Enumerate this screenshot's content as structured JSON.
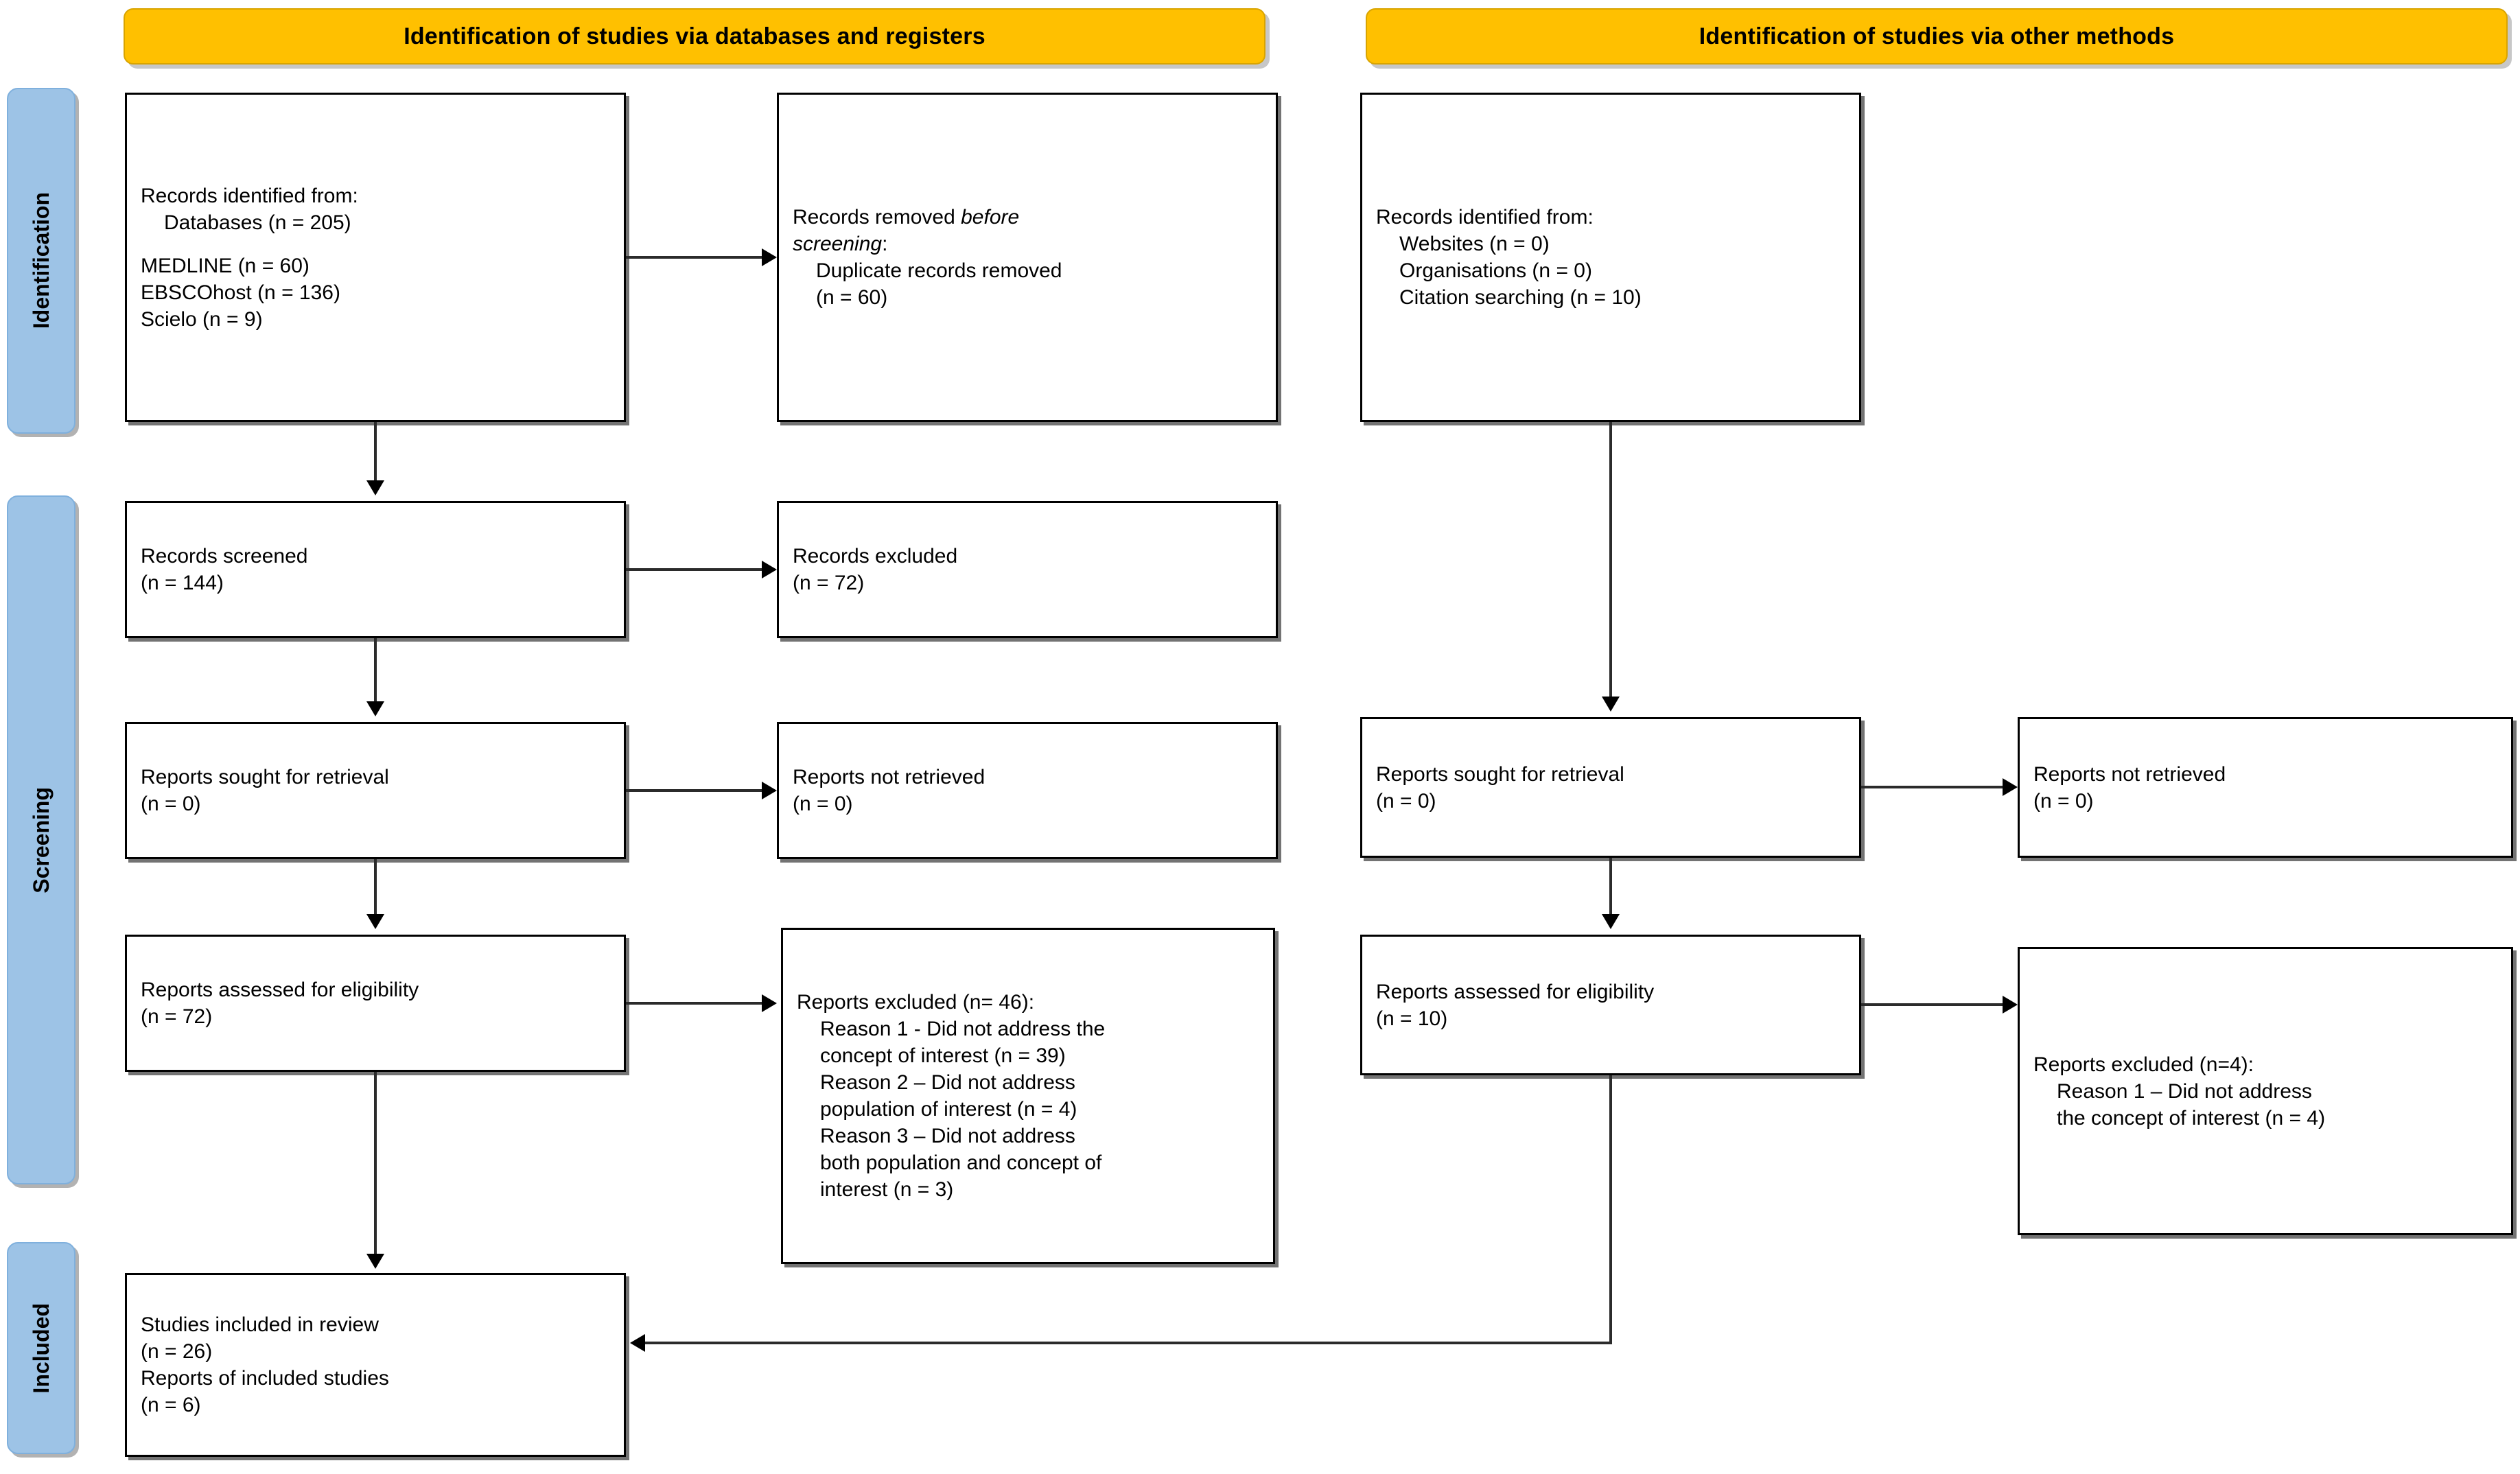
{
  "colors": {
    "banner_fill": "#FFC000",
    "rail_fill": "#9DC3E6",
    "box_border": "#000000",
    "connector": "#2b2b2b",
    "page_background": "#FFFFFF"
  },
  "banners": {
    "left": "Identification of studies via databases and registers",
    "right": "Identification of studies via other methods"
  },
  "rails": {
    "identification": "Identification",
    "screening": "Screening",
    "included": "Included"
  },
  "boxes": {
    "db_identified": {
      "l1": "Records identified from:",
      "l2": "Databases (n = 205)",
      "l3": "MEDLINE (n = 60)",
      "l4": "EBSCOhost (n = 136)",
      "l5": "Scielo (n = 9)"
    },
    "db_removed": {
      "l1a": "Records removed ",
      "l1b": "before",
      "l2a": "screening",
      "l2b": ":",
      "l3": "Duplicate records removed",
      "l4": "(n = 60)"
    },
    "db_screened": {
      "l1": "Records screened",
      "l2": "(n = 144)"
    },
    "db_rec_excluded": {
      "l1": "Records excluded",
      "l2": "(n = 72)"
    },
    "db_sought": {
      "l1": "Reports sought for retrieval",
      "l2": "(n = 0)"
    },
    "db_not_retrieved": {
      "l1": "Reports not retrieved",
      "l2": "(n = 0)"
    },
    "db_assessed": {
      "l1": "Reports assessed for eligibility",
      "l2": "(n = 72)"
    },
    "db_rep_excluded": {
      "l1": "Reports excluded (n= 46):",
      "l2": "Reason 1 - Did not address the",
      "l3": "concept of interest (n = 39)",
      "l4": "Reason 2 – Did not address",
      "l5": "population of interest (n = 4)",
      "l6": "Reason 3 – Did not address",
      "l7": "both population and concept of",
      "l8": "interest (n = 3)"
    },
    "other_identified": {
      "l1": "Records identified from:",
      "l2": "Websites (n = 0)",
      "l3": "Organisations (n = 0)",
      "l4": "Citation searching (n = 10)"
    },
    "other_sought": {
      "l1": "Reports sought for retrieval",
      "l2": "(n = 0)"
    },
    "other_not_retrieved": {
      "l1": "Reports not retrieved",
      "l2": "(n = 0)"
    },
    "other_assessed": {
      "l1": "Reports assessed for eligibility",
      "l2": "(n = 10)"
    },
    "other_rep_excluded": {
      "l1": "Reports excluded (n=4):",
      "l2": "Reason 1 – Did not address",
      "l3": "the concept of interest (n = 4)"
    },
    "included": {
      "l1": "Studies included in review",
      "l2": "(n = 26)",
      "l3": "Reports of included studies",
      "l4": "(n = 6)"
    }
  }
}
